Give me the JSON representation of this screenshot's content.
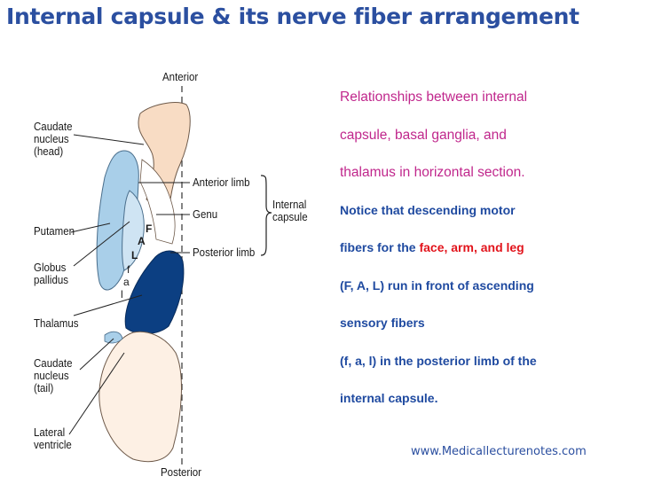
{
  "title": "Internal capsule & its nerve fiber arrangement",
  "diagram": {
    "orientation_top": "Anterior",
    "orientation_bottom": "Posterior",
    "left_labels": {
      "caudate_head": [
        "Caudate",
        "nucleus",
        "(head)"
      ],
      "putamen": "Putamen",
      "globus_pallidus": [
        "Globus",
        "pallidus"
      ],
      "thalamus": "Thalamus",
      "caudate_tail": [
        "Caudate",
        "nucleus",
        "(tail)"
      ],
      "lateral_ventricle": [
        "Lateral",
        "ventricle"
      ]
    },
    "right_labels": {
      "anterior_limb": "Anterior limb",
      "genu": "Genu",
      "posterior_limb": "Posterior limb",
      "internal_capsule": [
        "Internal",
        "capsule"
      ]
    },
    "motor_letters": [
      "F",
      "A",
      "L"
    ],
    "sensory_letters": [
      "f",
      "a",
      "l"
    ]
  },
  "description": {
    "line1": "Relationships between internal",
    "line2": "capsule, basal ganglia, and",
    "line3": "thalamus in horizontal section.",
    "line4": "Notice that descending motor",
    "line5_prefix": "fibers for the ",
    "line5_highlight": "face, arm, and leg",
    "line6": "(F, A, L) run in front of ascending",
    "line7": "sensory fibers",
    "line8": "(f, a, l) in the posterior limb of the",
    "line9": "internal capsule."
  },
  "credit": "www.Medicallecturenotes.com",
  "colors": {
    "title": "#2b4fa0",
    "caudate": "#f8dcc4",
    "putamen": "#a9cfe9",
    "thalamus": "#0c3f82",
    "descriptive_text": "#c0278c",
    "note_text": "#1f4aa0",
    "highlight": "#e2141c"
  }
}
